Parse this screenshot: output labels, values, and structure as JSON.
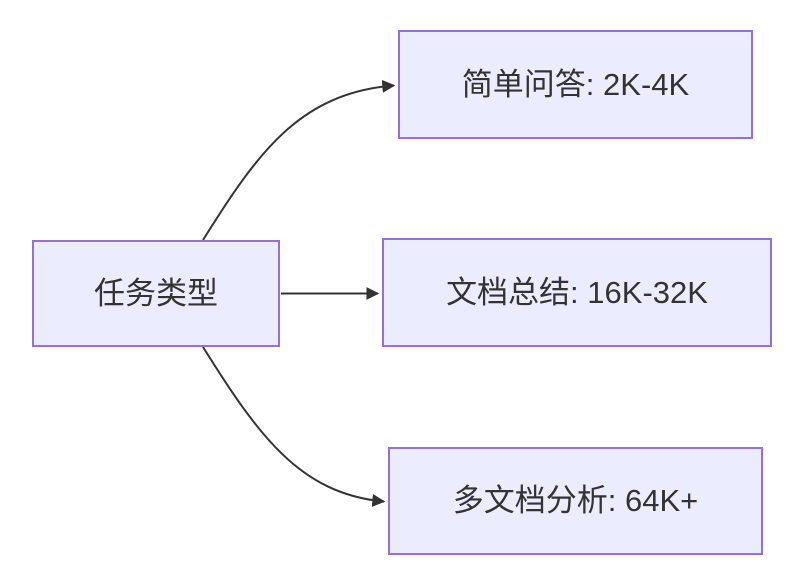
{
  "diagram": {
    "type": "flowchart",
    "direction": "LR",
    "colors": {
      "background": "#ffffff",
      "node_fill": "#ECECFF",
      "node_border": "#9370DB",
      "edge": "#333333",
      "text": "#333333"
    },
    "nodes": [
      {
        "id": "task-type",
        "label": "任务类型"
      },
      {
        "id": "simple-qa",
        "label": "简单问答: 2K-4K"
      },
      {
        "id": "doc-summary",
        "label": "文档总结: 16K-32K"
      },
      {
        "id": "multi-doc-analysis",
        "label": "多文档分析: 64K+"
      }
    ],
    "edges": [
      {
        "from": "task-type",
        "to": "simple-qa"
      },
      {
        "from": "task-type",
        "to": "doc-summary"
      },
      {
        "from": "task-type",
        "to": "multi-doc-analysis"
      }
    ]
  }
}
